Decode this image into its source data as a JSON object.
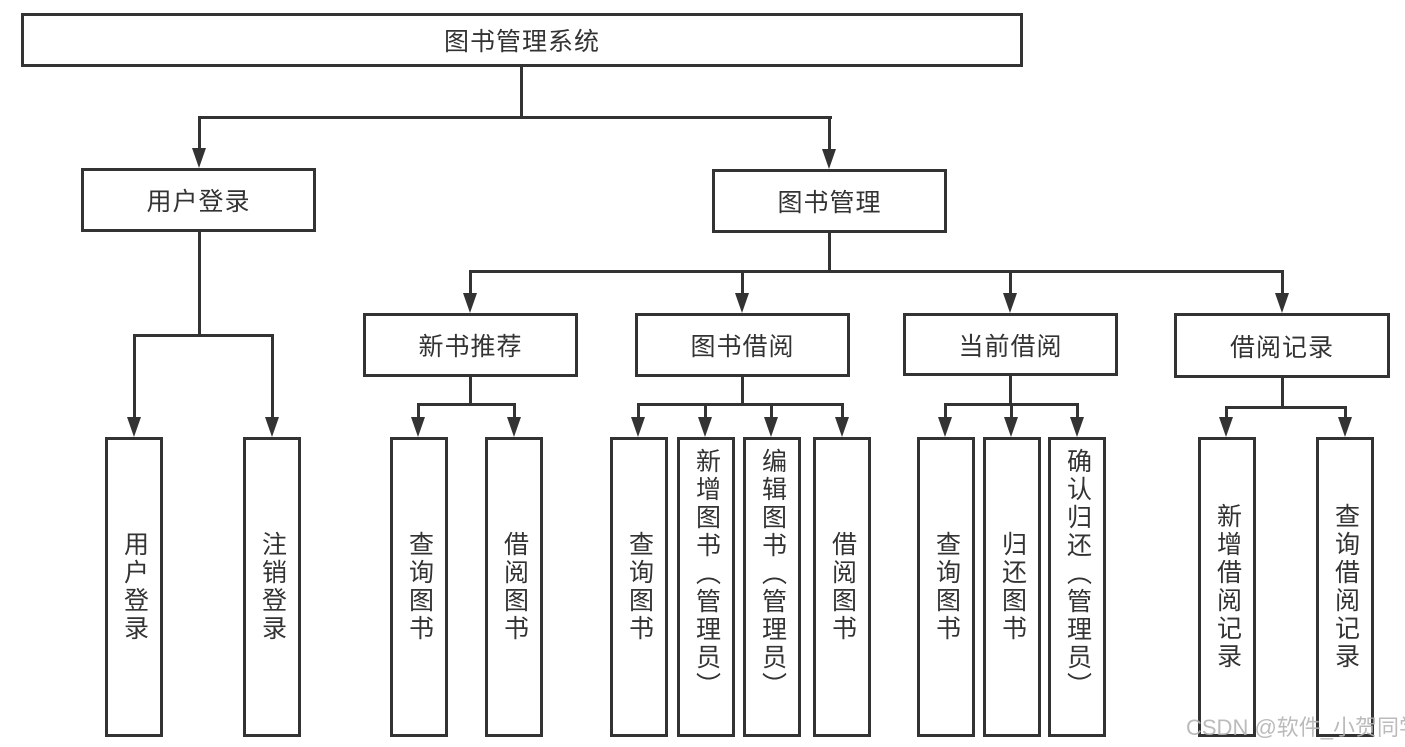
{
  "diagram": {
    "type": "tree-diagram",
    "language": "zh-CN"
  },
  "colors": {
    "line": "#333333",
    "box_border": "#333333",
    "background": "#ffffff",
    "watermark": "#b4b4b4"
  },
  "tree": {
    "root": {
      "label": "图书管理系统",
      "children": [
        {
          "label": "用户登录",
          "children": [
            {
              "label": "用户登录"
            },
            {
              "label": "注销登录"
            }
          ]
        },
        {
          "label": "图书管理",
          "children": [
            {
              "label": "新书推荐",
              "children": [
                {
                  "label": "查询图书"
                },
                {
                  "label": "借阅图书"
                }
              ]
            },
            {
              "label": "图书借阅",
              "children": [
                {
                  "label": "查询图书"
                },
                {
                  "label": "新增图书（管理员）"
                },
                {
                  "label": "编辑图书（管理员）"
                },
                {
                  "label": "借阅图书"
                }
              ]
            },
            {
              "label": "当前借阅",
              "children": [
                {
                  "label": "查询图书"
                },
                {
                  "label": "归还图书"
                },
                {
                  "label": "确认归还（管理员）"
                }
              ]
            },
            {
              "label": "借阅记录",
              "children": [
                {
                  "label": "新增借阅记录"
                },
                {
                  "label": "查询借阅记录"
                }
              ]
            }
          ]
        }
      ]
    }
  },
  "watermark": {
    "text": "CSDN @软件_小贺同学"
  }
}
